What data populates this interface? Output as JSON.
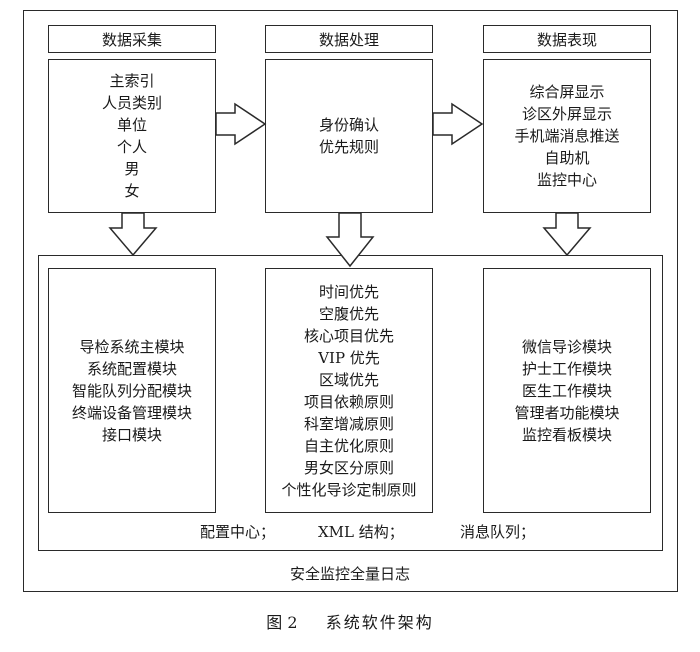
{
  "columns": [
    {
      "header": "数据采集",
      "items": [
        "主索引",
        "人员类别",
        "单位",
        "个人",
        "男",
        "女"
      ]
    },
    {
      "header": "数据处理",
      "items": [
        "身份确认",
        "优先规则"
      ]
    },
    {
      "header": "数据表现",
      "items": [
        "综合屏显示",
        "诊区外屏显示",
        "手机端消息推送",
        "自助机",
        "监控中心"
      ]
    }
  ],
  "modules": [
    {
      "items": [
        "导检系统主模块",
        "系统配置模块",
        "智能队列分配模块",
        "终端设备管理模块",
        "接口模块"
      ]
    },
    {
      "items": [
        "时间优先",
        "空腹优先",
        "核心项目优先",
        "VIP 优先",
        "区域优先",
        "项目依赖原则",
        "科室增减原则",
        "自主优化原则",
        "男女区分原则",
        "个性化导诊定制原则"
      ]
    },
    {
      "items": [
        "微信导诊模块",
        "护士工作模块",
        "医生工作模块",
        "管理者功能模块",
        "监控看板模块"
      ]
    }
  ],
  "infrastructure": {
    "config": "配置中心；",
    "xml": "XML 结构；",
    "queue": "消息队列；"
  },
  "footer_label": "安全监控全量日志",
  "caption": {
    "number": "图 2",
    "title": "系统软件架构"
  }
}
